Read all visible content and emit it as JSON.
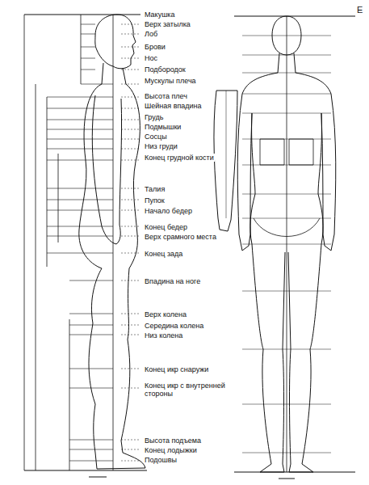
{
  "diagram": {
    "labels": [
      "E",
      "Макушка",
      "Верх затылка",
      "Лоб",
      "Брови",
      "Нос",
      "Подбородок",
      "Мускулы плеча",
      "Высота плеч",
      "Шейная впадина",
      "Грудь",
      "Подмышки",
      "Сосцы",
      "Низ груди",
      "Конец грудной кости",
      "Талия",
      "Пупок",
      "Начало бедер",
      "Конец бедер",
      "Верх срамного места",
      "Конец зада",
      "Впадина на ноге",
      "Верх колена",
      "Середина колена",
      "Низ колена",
      "Конец икр снаружи",
      "Конец икр с внутренней стороны",
      "Высота подъема",
      "Конец лодыжки",
      "Подошвы"
    ]
  }
}
